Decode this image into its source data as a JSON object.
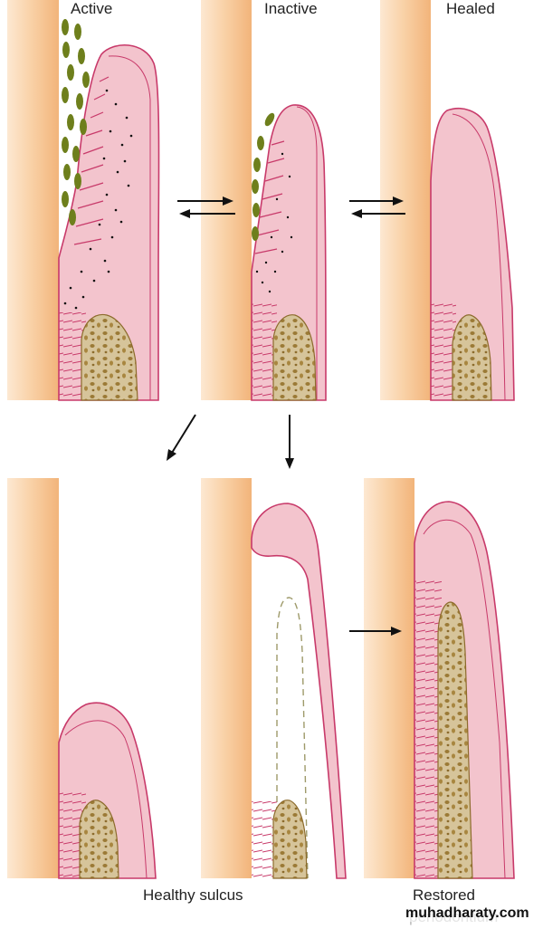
{
  "labels": {
    "active": "Active",
    "inactive": "Inactive",
    "healed": "Healed",
    "healthy_sulcus": "Healthy sulcus",
    "restored": "Restored",
    "restored_cont": "periodontium"
  },
  "watermark": "muhadharaty.com",
  "colors": {
    "tooth": "#f6c08d",
    "tooth_light": "#fde8d2",
    "gingiva": "#f3c4cd",
    "gingiva_edge": "#c83a6a",
    "bone": "#d8c7a0",
    "bone_spot": "#9b7a36",
    "bacteria": "#6e7f1c",
    "arrow": "#111111"
  }
}
